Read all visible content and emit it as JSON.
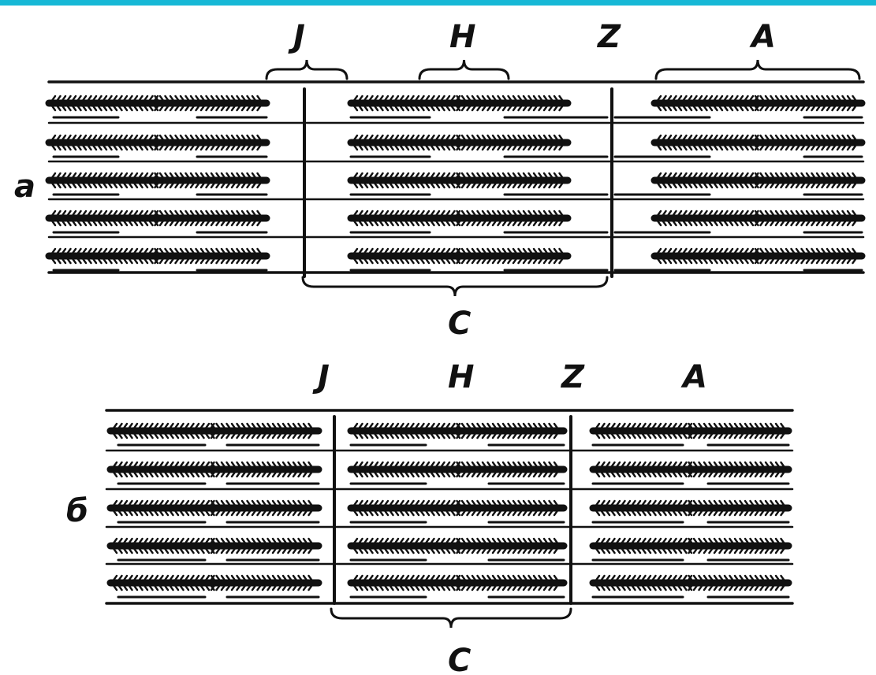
{
  "colors": {
    "top_bar": "#16b8d6",
    "ink": "#111111",
    "background": "#ffffff"
  },
  "panel_a": {
    "panel_label": "а",
    "labels": {
      "j": "J",
      "h": "H",
      "z": "Z",
      "a": "A",
      "c": "C"
    }
  },
  "panel_b": {
    "panel_label": "б",
    "labels": {
      "j": "J",
      "h": "H",
      "z": "Z",
      "a": "A",
      "c": "C"
    }
  }
}
